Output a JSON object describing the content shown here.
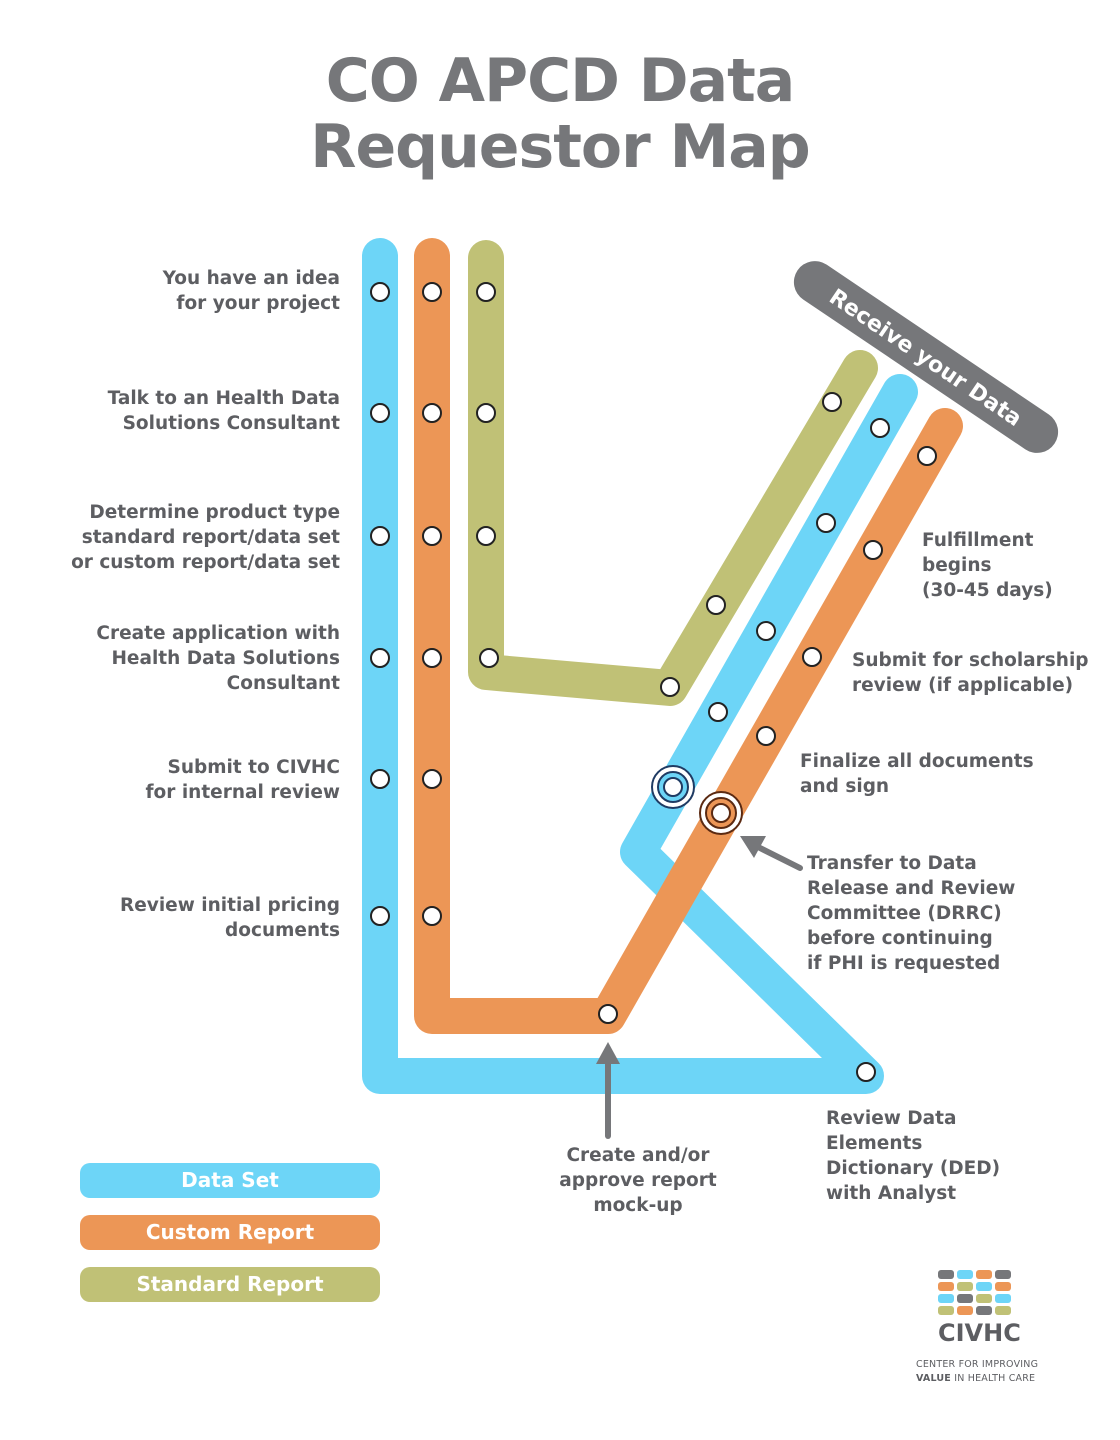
{
  "title": {
    "line1": "CO APCD Data",
    "line2": "Requestor Map"
  },
  "colors": {
    "data_set": "#6dd5f7",
    "custom_report": "#ec9656",
    "standard_report": "#c0c176",
    "banner": "#76777a",
    "text": "#5d5e62"
  },
  "banner": {
    "label": "Receive your Data"
  },
  "steps": {
    "idea": [
      "You have an idea",
      "for your project"
    ],
    "consultant": [
      "Talk to an Health Data",
      "Solutions Consultant"
    ],
    "product": [
      "Determine product type",
      "standard report/data set",
      "or custom report/data set"
    ],
    "application": [
      "Create application with",
      "Health Data Solutions",
      "Consultant"
    ],
    "submit": [
      "Submit to CIVHC",
      "for internal review"
    ],
    "pricing": [
      "Review initial pricing",
      "documents"
    ],
    "mockup": [
      "Create and/or",
      "approve report",
      "mock-up"
    ],
    "ded": [
      "Review Data",
      "Elements",
      "Dictionary (DED)",
      "with Analyst"
    ],
    "drrc": [
      "Transfer to Data",
      "Release and Review",
      "Committee (DRRC)",
      "before continuing",
      "if PHI is requested"
    ],
    "finalize": [
      "Finalize all documents",
      "and sign"
    ],
    "scholarship": [
      "Submit for scholarship",
      "review (if applicable)"
    ],
    "fulfillment": [
      "Fulfillment",
      "begins",
      "(30-45 days)"
    ]
  },
  "legend": {
    "data_set": "Data Set",
    "custom_report": "Custom Report",
    "standard_report": "Standard Report"
  },
  "logo": {
    "wordmark": "CIVHC",
    "tagline1": "CENTER FOR IMPROVING",
    "tagline2_bold": "VALUE",
    "tagline2_rest": " IN HEALTH CARE"
  }
}
